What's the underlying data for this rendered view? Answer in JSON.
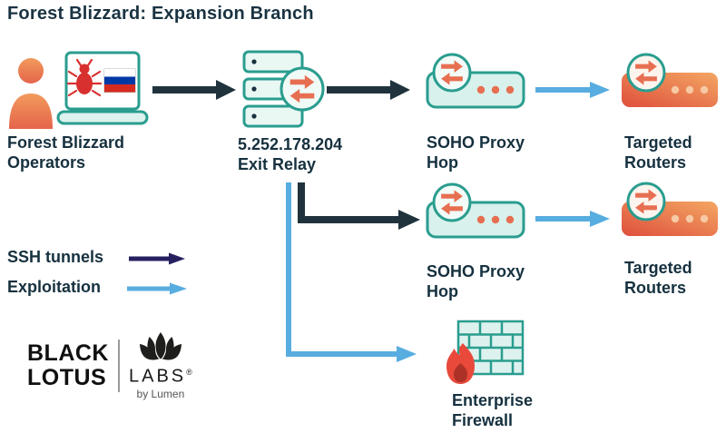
{
  "title": "Forest Blizzard: Expansion Branch",
  "nodes": {
    "operators": {
      "line1": "Forest Blizzard",
      "line2": "Operators"
    },
    "exit_relay": {
      "line1": "5.252.178.204",
      "line2": "Exit Relay"
    },
    "soho_proxy_1": {
      "line1": "SOHO Proxy",
      "line2": "Hop"
    },
    "targeted_routers_1": {
      "line1": "Targeted",
      "line2": "Routers"
    },
    "soho_proxy_2": {
      "line1": "SOHO Proxy",
      "line2": "Hop"
    },
    "targeted_routers_2": {
      "line1": "Targeted",
      "line2": "Routers"
    },
    "enterprise_firewall": {
      "line1": "Enterprise",
      "line2": "Firewall"
    }
  },
  "legend": {
    "ssh_tunnels": "SSH tunnels",
    "exploitation": "Exploitation"
  },
  "logo": {
    "word1": "BLACK",
    "word2": "LOTUS",
    "word3": "LABS",
    "registered": "®",
    "byline": "by Lumen"
  },
  "colors": {
    "dark_arrow": "#20333d",
    "ssh_legend_arrow": "#262060",
    "exploitation_arrow": "#58ade0",
    "teal_outline": "#2a9d8f",
    "orange_accent": "#e76f51",
    "label_text": "#16313f",
    "router_gradient_start": "#df4f3c",
    "router_gradient_end": "#f3a763"
  }
}
